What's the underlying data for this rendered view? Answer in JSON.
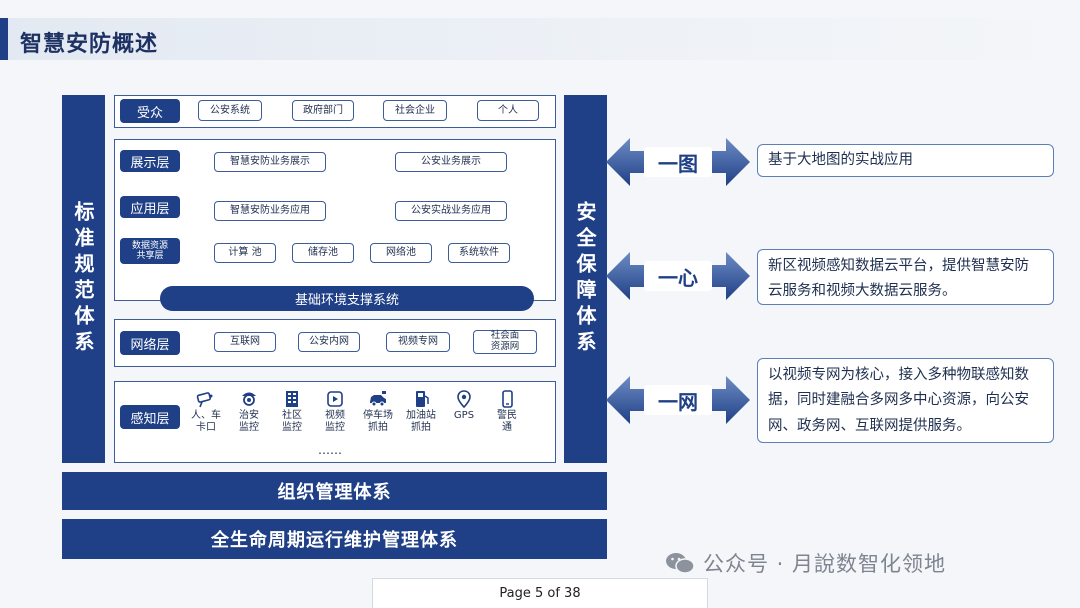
{
  "title": "智慧安防概述",
  "left_column": "标准规范体系",
  "right_column": "安全保障体系",
  "audience": {
    "label": "受众",
    "items": [
      "公安系统",
      "政府部门",
      "社会企业",
      "个人"
    ]
  },
  "display_layer": {
    "label": "展示层",
    "items": [
      "智慧安防业务展示",
      "公安业务展示"
    ]
  },
  "application_layer": {
    "label": "应用层",
    "items": [
      "智慧安防业务应用",
      "公安实战业务应用"
    ]
  },
  "resource_layer": {
    "label_line1": "数据资源",
    "label_line2": "共享层",
    "items": [
      "计算 池",
      "储存池",
      "网络池",
      "系统软件"
    ]
  },
  "support_bar": "基础环境支撑系统",
  "network_layer": {
    "label": "网络层",
    "items": [
      "互联网",
      "公安内网",
      "视频专网"
    ],
    "last_line1": "社会面",
    "last_line2": "资源网"
  },
  "sensing_layer": {
    "label": "感知层",
    "sensors": [
      {
        "icon": "camera-icon",
        "line1": "人、车",
        "line2": "卡口"
      },
      {
        "icon": "dome-camera-icon",
        "line1": "治安",
        "line2": "监控"
      },
      {
        "icon": "building-icon",
        "line1": "社区",
        "line2": "监控"
      },
      {
        "icon": "video-icon",
        "line1": "视频",
        "line2": "监控"
      },
      {
        "icon": "car-icon",
        "line1": "停车场",
        "line2": "抓拍"
      },
      {
        "icon": "fuel-icon",
        "line1": "加油站",
        "line2": "抓拍"
      },
      {
        "icon": "gps-icon",
        "line1": "GPS",
        "line2": ""
      },
      {
        "icon": "phone-icon",
        "line1": "警民",
        "line2": "通"
      }
    ],
    "ellipsis": "……"
  },
  "org_bar": "组织管理体系",
  "lifecycle_bar": "全生命周期运行维护管理体系",
  "arrows": [
    {
      "label": "一图",
      "description": "基于大地图的实战应用"
    },
    {
      "label": "一心",
      "description": "新区视频感知数据云平台，提供智慧安防云服务和视频大数据云服务。"
    },
    {
      "label": "一网",
      "description": "以视频专网为核心，接入多种物联感知数据，同时建融合多网多中心资源，向公安网、政务网、互联网提供服务。"
    }
  ],
  "watermark": "公众号 · 月說数智化领地",
  "page_indicator": "Page 5 of 38",
  "colors": {
    "primary": "#1f3f86",
    "border": "#3e5c98",
    "background": "#f4f6f9"
  }
}
